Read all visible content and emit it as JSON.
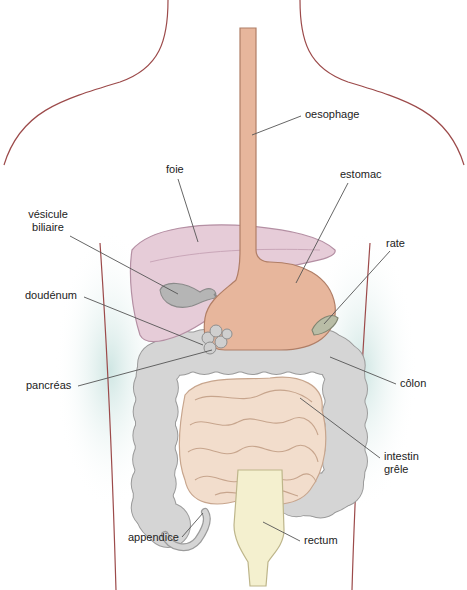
{
  "diagram": {
    "labels": [
      "oesophage",
      "foie",
      "estomac",
      "vésicule biliaire",
      "rate",
      "doudénum",
      "pancréas",
      "côlon",
      "intestin grêle",
      "appendice",
      "rectum"
    ]
  }
}
